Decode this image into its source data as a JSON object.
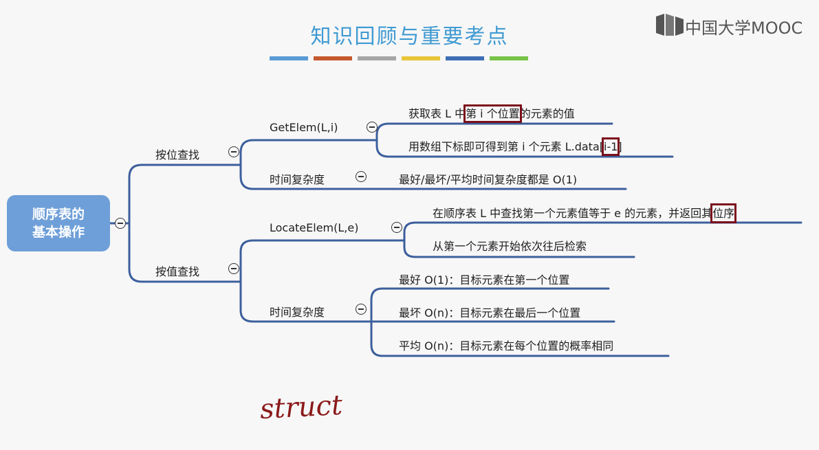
{
  "header": {
    "title": "知识回顾与重要考点",
    "logo_text": "中国大学MOOC",
    "color_bars": [
      "#5b9bd5",
      "#c55a2f",
      "#a5a5a5",
      "#e8c53a",
      "#3e6fb5",
      "#78c34a"
    ]
  },
  "mindmap": {
    "root": {
      "line1": "顺序表的",
      "line2": "基本操作"
    },
    "by_position": {
      "label": "按位查找",
      "getelem": {
        "label": "GetElem(L,i)",
        "leaf1": {
          "prefix": "获取表 L 中",
          "highlight": "第 i 个位置",
          "suffix": "的元素的值"
        },
        "leaf2": {
          "prefix": "用数组下标即可得到第 i 个元素 L.data[",
          "highlight": "i-1",
          "suffix": "]"
        }
      },
      "complexity": {
        "label": "时间复杂度",
        "leaf": "最好/最坏/平均时间复杂度都是 O(1)"
      }
    },
    "by_value": {
      "label": "按值查找",
      "locateelem": {
        "label": "LocateElem(L,e)",
        "leaf1": {
          "prefix": "在顺序表 L 中查找第一个元素值等于 e 的元素，并返回其",
          "highlight": "位序"
        },
        "leaf2": "从第一个元素开始依次往后检索"
      },
      "complexity": {
        "label": "时间复杂度",
        "best": "最好 O(1)：目标元素在第一个位置",
        "worst": "最坏 O(n)：目标元素在最后一个位置",
        "avg": "平均 O(n)：目标元素在每个位置的概率相同"
      }
    }
  },
  "annotation": {
    "handwriting": "struct"
  }
}
